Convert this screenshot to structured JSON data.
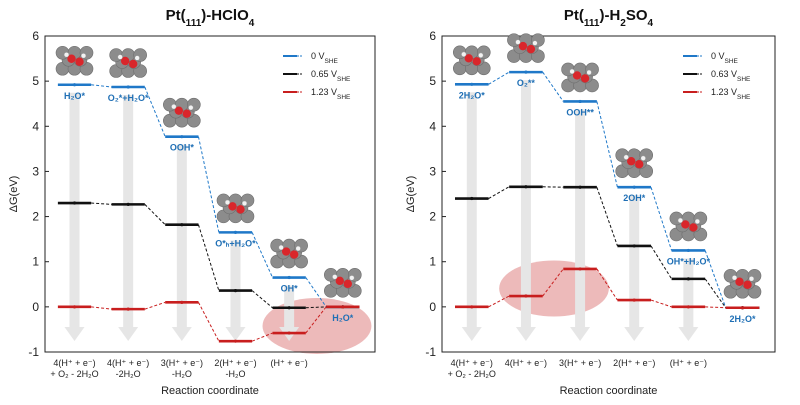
{
  "chart_data": [
    {
      "type": "line",
      "title": "Pt(111)-HClO4",
      "ylabel": "ΔG(eV)",
      "xlabel": "Reaction coordinate",
      "ylim": [
        -1,
        6
      ],
      "yticks": [
        "-1",
        "0",
        "1",
        "2",
        "3",
        "4",
        "5",
        "6"
      ],
      "categories": [
        "4(H⁺ + e⁻)\n+ O₂ - 2H₂O",
        "4(H⁺ + e⁻)\n-2H₂O",
        "3(H⁺ + e⁻)\n-H₂O",
        "2(H⁺ + e⁻)\n-H₂O",
        "(H⁺ + e⁻)",
        ""
      ],
      "series": [
        {
          "name": "0 V_SHE",
          "color": "#1f78c8",
          "values": [
            4.92,
            4.87,
            3.77,
            1.65,
            0.65,
            0.0
          ]
        },
        {
          "name": "0.65 V_SHE",
          "color": "#111111",
          "values": [
            2.3,
            2.27,
            1.82,
            0.36,
            -0.02,
            0.0
          ]
        },
        {
          "name": "1.23 V_SHE",
          "color": "#c81e1e",
          "values": [
            0.0,
            -0.05,
            0.1,
            -0.76,
            -0.58,
            0.0
          ]
        }
      ],
      "species": [
        "H₂O*",
        "O₂*+H₂O*",
        "OOH*",
        "O*ₕ+H₂O*",
        "OH*",
        "H₂O*"
      ],
      "legend": "top-right",
      "highlight_steps": [
        4,
        5
      ]
    },
    {
      "type": "line",
      "title": "Pt(111)-H2SO4",
      "ylabel": "ΔG(eV)",
      "xlabel": "Reaction coordinate",
      "ylim": [
        -1,
        6
      ],
      "yticks": [
        "-1",
        "0",
        "1",
        "2",
        "3",
        "4",
        "5",
        "6"
      ],
      "categories": [
        "4(H⁺ + e⁻)\n+ O₂ - 2H₂O",
        "4(H⁺ + e⁻)",
        "3(H⁺ + e⁻)",
        "2(H⁺ + e⁻)",
        "(H⁺ + e⁻)",
        ""
      ],
      "series": [
        {
          "name": "0 V_SHE",
          "color": "#1f78c8",
          "values": [
            4.93,
            5.2,
            4.55,
            2.65,
            1.25,
            -0.02
          ]
        },
        {
          "name": "0.63 V_SHE",
          "color": "#111111",
          "values": [
            2.4,
            2.66,
            2.65,
            1.35,
            0.62,
            -0.02
          ]
        },
        {
          "name": "1.23 V_SHE",
          "color": "#c81e1e",
          "values": [
            0.0,
            0.24,
            0.84,
            0.15,
            0.0,
            -0.02
          ]
        }
      ],
      "species": [
        "2H₂O*",
        "O₂**",
        "OOH**",
        "2OH*",
        "OH*+H₂O*",
        "2H₂O*"
      ],
      "legend": "top-right",
      "highlight_steps": [
        1,
        2
      ]
    }
  ]
}
